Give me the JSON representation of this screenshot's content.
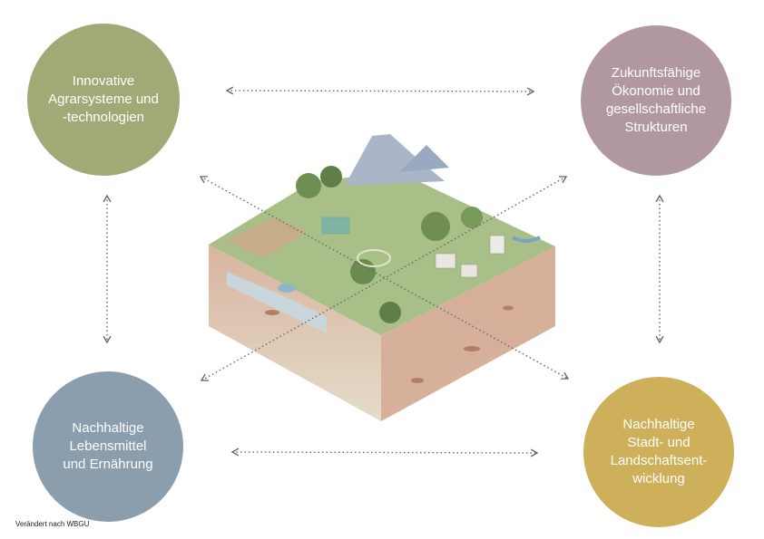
{
  "nodes": {
    "top_left": {
      "label": "Innovative\nAgrarsysteme und\n-technologien",
      "color": "#a1a976"
    },
    "top_right": {
      "label": "Zukunftsfähige\nÖkonomie und\ngesellschaftliche\nStrukturen",
      "color": "#b1979f"
    },
    "bottom_left": {
      "label": "Nachhaltige\nLebensmittel\nund Ernährung",
      "color": "#8b9ead"
    },
    "bottom_right": {
      "label": "Nachhaltige\nStadt- und\nLandschaftsent-\nwicklung",
      "color": "#cdb059"
    }
  },
  "illustration": {
    "icon": "landscape-block-illustration"
  },
  "credit": "Verändert nach WBGU"
}
